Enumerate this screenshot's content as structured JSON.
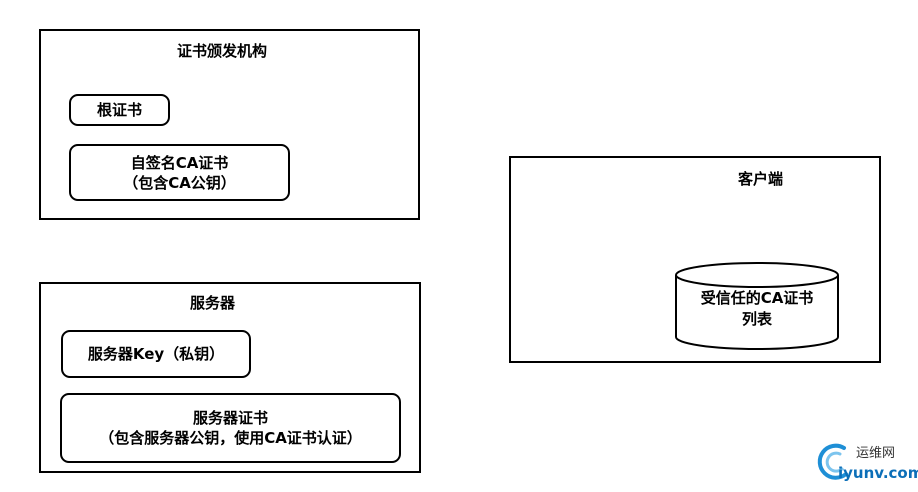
{
  "ca": {
    "title": "证书颁发机构",
    "root_cert": "根证书",
    "self_signed": [
      "自签名CA证书",
      "（包含CA公钥）"
    ]
  },
  "server": {
    "title": "服务器",
    "private_key": "服务器Key（私钥）",
    "cert": [
      "服务器证书",
      "（包含服务器公钥，使用CA证书认证）"
    ]
  },
  "client": {
    "title": "客户端",
    "trusted_list": [
      "受信任的CA证书",
      "列表"
    ]
  },
  "watermark": {
    "top": "运维网",
    "bottom": "iyunv.com"
  }
}
